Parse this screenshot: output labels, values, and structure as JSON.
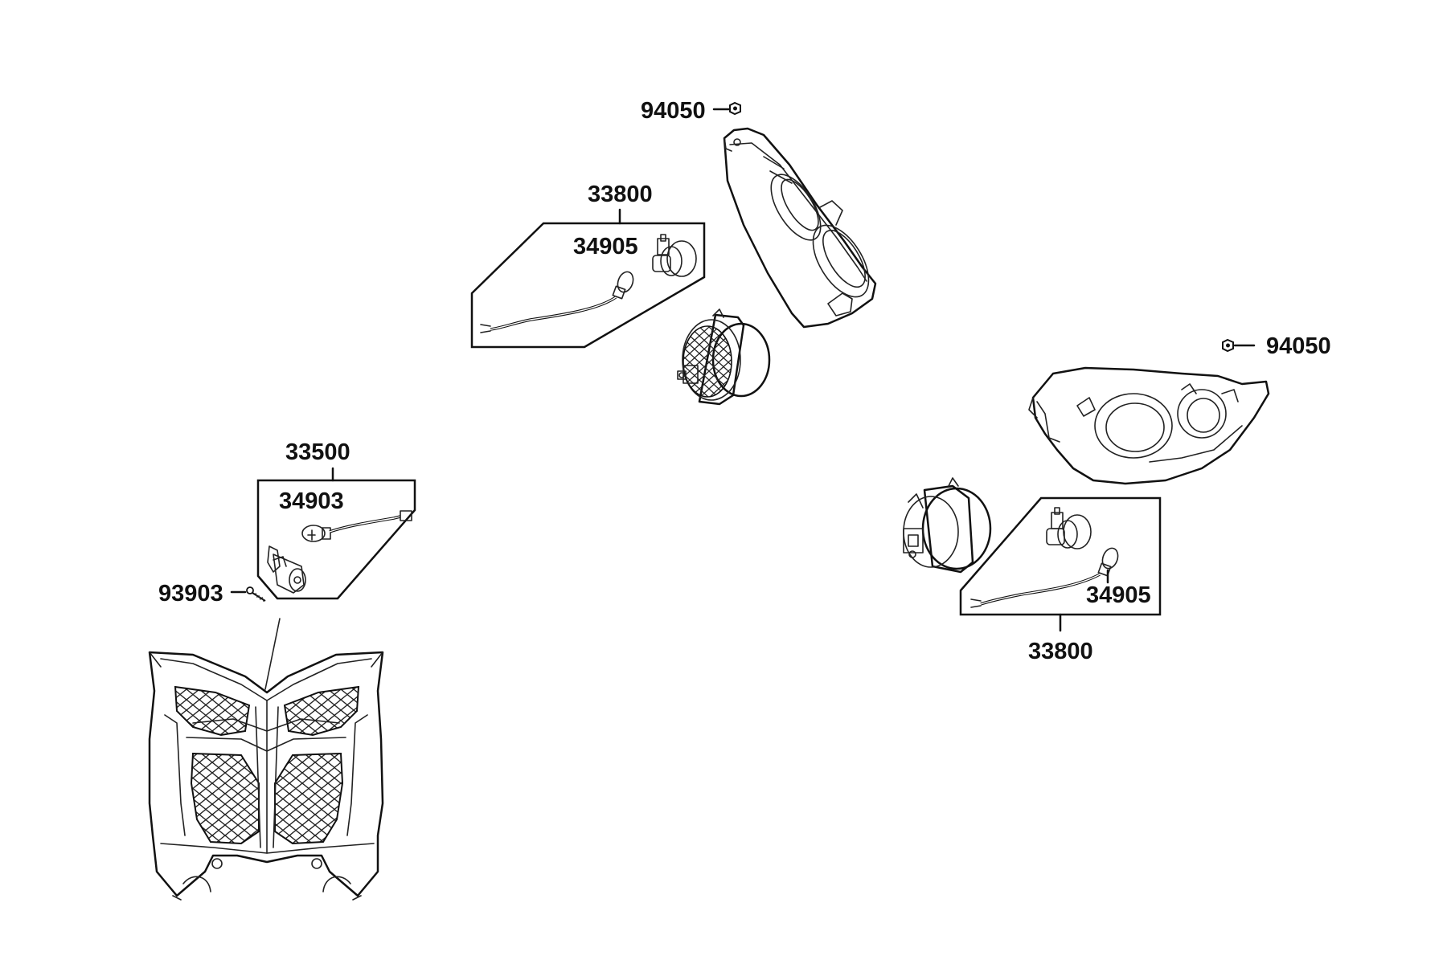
{
  "diagram": {
    "labels": {
      "nut_top": "94050",
      "kit_left": "33800",
      "bulb_left": "34905",
      "nut_right": "94050",
      "kit_center": "33500",
      "bulb_center": "34903",
      "screw": "93903",
      "bulb_right": "34905",
      "kit_right": "33800"
    }
  }
}
